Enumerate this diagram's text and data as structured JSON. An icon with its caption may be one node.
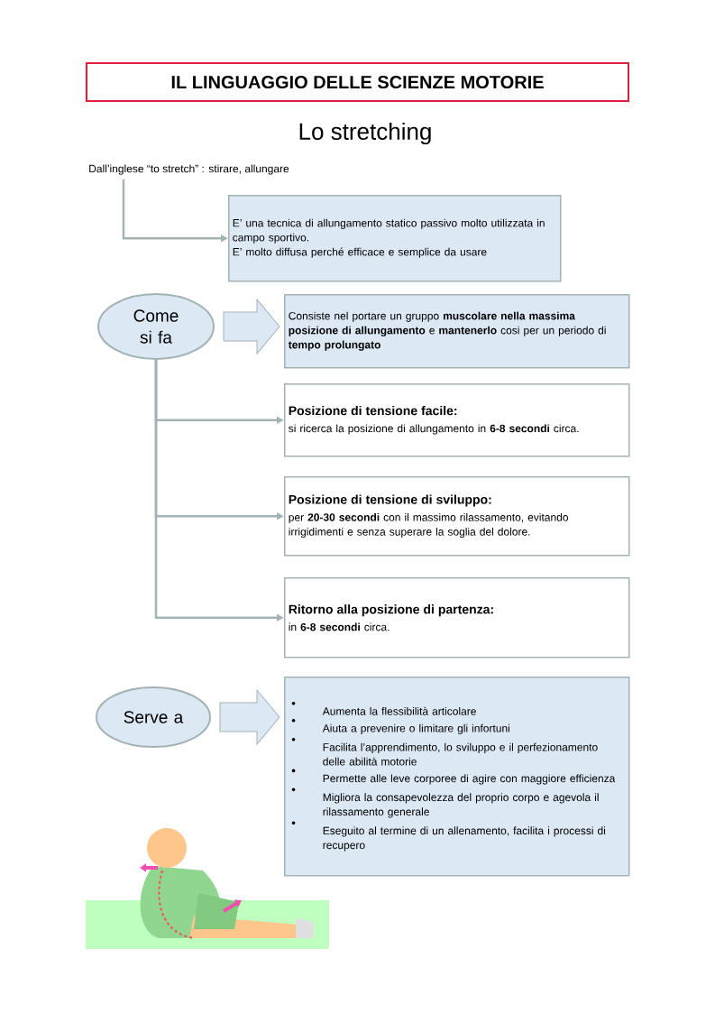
{
  "diagram": {
    "title": "IL LINGUAGGIO DELLE SCIENZE MOTORIE",
    "nodes": [
      {
        "text": [
          "Dall’inglese “to stretch” : stirare, allungare"
        ]
      },
      {
        "text": [
          "E’ una tecnica di allungamento statico passivo molto utilizzata in campo sportivo.",
          "E’ molto diffusa perché efficace e semplice da usare"
        ]
      },
      {
        "text": [
          "Come si fa"
        ]
      },
      {
        "text": [
          "Consiste nel portare un gruppo **muscolare nella massima posizione di allungamento** e **mantenerlo** cosi per un periodo di **tempo prolungato**"
        ]
      },
      {
        "text": [
          "Posizione di tensione facile:",
          "si ricerca la posizione di allungamento in **6-8 secondi** circa."
        ]
      },
      {
        "text": [
          "Posizione di tensione di sviluppo:",
          "per **20-30 secondi** con il massimo rilassamento, evitando irrigidimenti e senza superare la soglia del dolore."
        ]
      },
      {
        "text": [
          "Ritorno alla posizione di partenza:",
          "in **6-8 secondi** circa."
        ]
      },
      {
        "text": [
          "Serve a"
        ]
      },
      {
        "text": [
          "Aumenta la flessibilità articolare",
          "Aiuta a prevenire o limitare gli infortuni",
          "Facilita l’apprendimento, lo sviluppo e il perfezionamento delle abilità motorie",
          "Permette alle leve corporee di agire con maggiore efficienza",
          "Migliora la consapevolezza del proprio corpo e agevola il rilassamento generale",
          "Eseguito al termine di un allenamento, facilita i processi di recupero"
        ]
      }
    ],
    "edges": [
      {
        "from": 0,
        "to": 1,
        "arrow": "to"
      },
      {
        "from": 2,
        "to": 3,
        "arrow": "to",
        "style": "thick"
      },
      {
        "from": 2,
        "to": 4,
        "arrow": "to"
      },
      {
        "from": 2,
        "to": 5,
        "arrow": "to"
      },
      {
        "from": 2,
        "to": 6,
        "arrow": "to"
      },
      {
        "from": 7,
        "to": 8,
        "arrow": "to",
        "style": "thick"
      }
    ],
    "labels": [
      "Lo stretching"
    ]
  }
}
